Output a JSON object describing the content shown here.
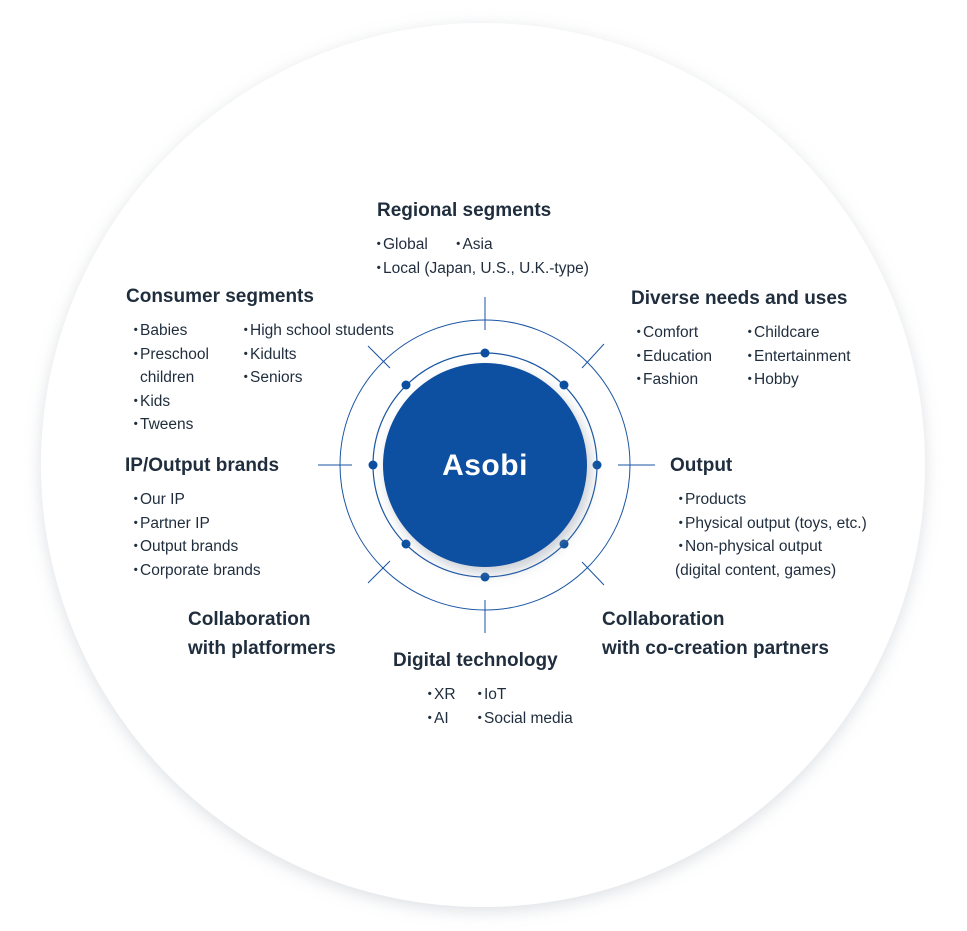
{
  "diagram": {
    "center": "Asobi",
    "colors": {
      "core": "#0a4fa0",
      "ring_line": "#1a55a3",
      "dot": "#0a4fa0",
      "outer_bg": "#ffffff",
      "text": "#1f2d3d"
    },
    "segments": {
      "regional": {
        "title": "Regional segments",
        "items": [
          "Global",
          "Asia",
          "Local (Japan, U.S., U.K.-type)"
        ]
      },
      "consumer": {
        "title": "Consumer segments",
        "col1": [
          "Babies",
          "Preschool children",
          "Kids",
          "Tweens"
        ],
        "col2": [
          "High school students",
          "Kidults",
          "Seniors"
        ]
      },
      "needs": {
        "title": "Diverse needs and uses",
        "col1": [
          "Comfort",
          "Education",
          "Fashion"
        ],
        "col2": [
          "Childcare",
          "Entertainment",
          "Hobby"
        ]
      },
      "ip": {
        "title": "IP/Output brands",
        "items": [
          "Our IP",
          "Partner IP",
          "Output brands",
          "Corporate brands"
        ]
      },
      "output": {
        "title": "Output",
        "items": [
          "Products",
          "Physical output (toys, etc.)",
          "Non-physical output",
          "(digital content, games)"
        ]
      },
      "platformers": {
        "title_line1": "Collaboration",
        "title_line2": "with platformers"
      },
      "cocreation": {
        "title_line1": "Collaboration",
        "title_line2": "with co-creation partners"
      },
      "digital": {
        "title": "Digital technology",
        "col1": [
          "XR",
          "AI"
        ],
        "col2": [
          "IoT",
          "Social media"
        ]
      }
    },
    "bullet": "・"
  }
}
